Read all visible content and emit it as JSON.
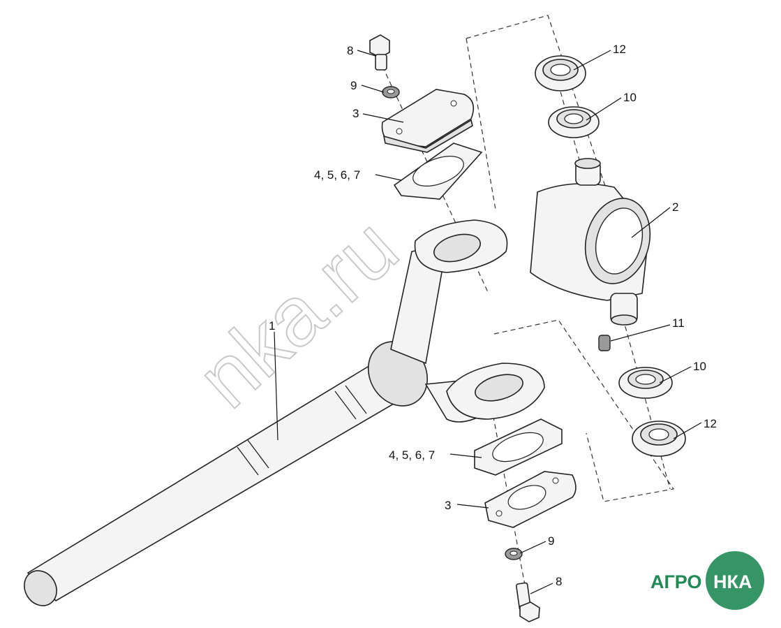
{
  "labels": {
    "shaft": "1",
    "hub": "2",
    "plate_top": "3",
    "plate_bottom": "3",
    "gasket_top": "4, 5, 6, 7",
    "gasket_bottom": "4, 5, 6, 7",
    "bolt_top": "8",
    "bolt_bottom": "8",
    "washer_top": "9",
    "washer_bottom": "9",
    "bearing_top_inner": "10",
    "bearing_bottom_inner": "10",
    "fitting": "11",
    "bearing_top_outer": "12",
    "bearing_bottom_outer": "12"
  },
  "watermark": "nka.ru",
  "logo": {
    "text_left": "АГРО",
    "text_right": "НКА",
    "color": "#1f8a54"
  }
}
